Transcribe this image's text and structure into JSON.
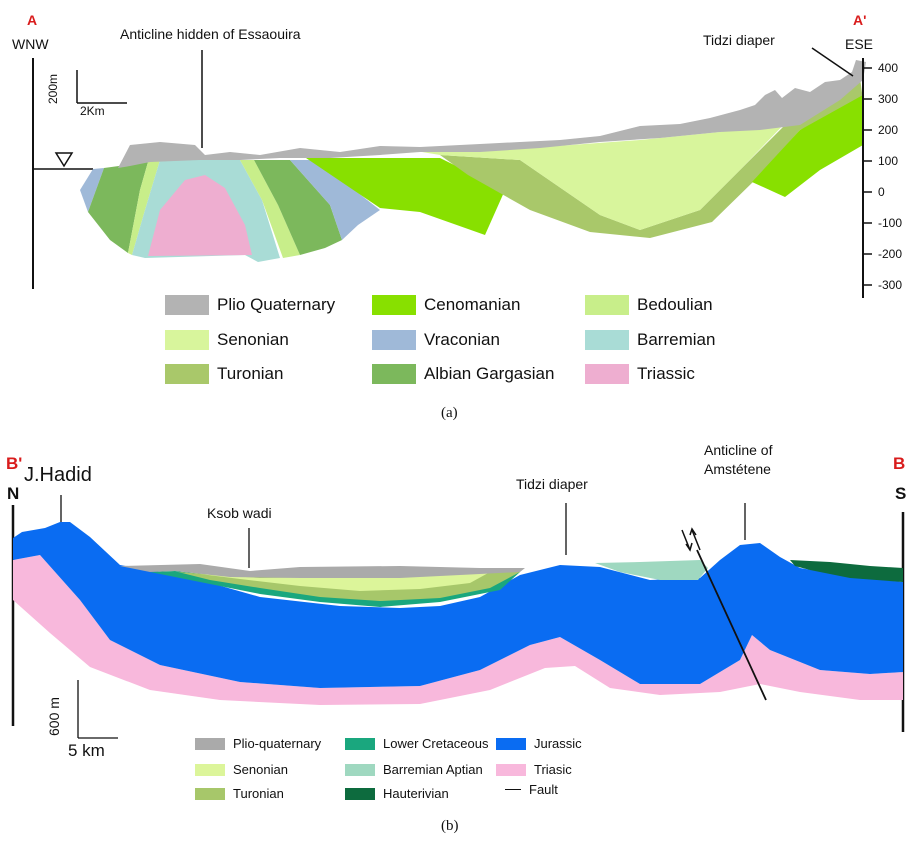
{
  "panel_a": {
    "point_left": "A",
    "point_right": "A'",
    "dir_left": "WNW",
    "dir_right": "ESE",
    "label_anticline": "Anticline hidden of Essaouira",
    "label_diaper": "Tidzi diaper",
    "scale_vertical": "200m",
    "scale_horizontal": "2Km",
    "elevation_ticks": [
      "400",
      "300",
      "200",
      "100",
      "0",
      "-100",
      "-200",
      "-300"
    ],
    "legend": [
      {
        "name": "Plio Quaternary",
        "color": "#b3b3b3"
      },
      {
        "name": "Cenomanian",
        "color": "#88e000"
      },
      {
        "name": "Bedoulian",
        "color": "#c8ee8a"
      },
      {
        "name": "Senonian",
        "color": "#d8f59c"
      },
      {
        "name": "Vraconian",
        "color": "#9fb9d8"
      },
      {
        "name": "Barremian",
        "color": "#a9dcd6"
      },
      {
        "name": "Turonian",
        "color": "#a9c86a"
      },
      {
        "name": "Albian Gargasian",
        "color": "#7cb85c"
      },
      {
        "name": "Triassic",
        "color": "#eeaed0"
      }
    ],
    "caption": "(a)"
  },
  "panel_b": {
    "point_left": "B'",
    "point_right": "B",
    "dir_left": "N",
    "dir_right": "S",
    "label_hadid": "J.Hadid",
    "label_ksob": "Ksob wadi",
    "label_diaper": "Tidzi diaper",
    "label_anticline_1": "Anticline of",
    "label_anticline_2": "Amstétene",
    "scale_vertical": "600 m",
    "scale_horizontal": "5 km",
    "legend": [
      {
        "name": "Plio-quaternary",
        "color": "#aaaaaa"
      },
      {
        "name": "Lower Cretaceous",
        "color": "#1aa77e"
      },
      {
        "name": "Jurassic",
        "color": "#0a6cf2"
      },
      {
        "name": "Senonian",
        "color": "#dcf59a"
      },
      {
        "name": "Barremian Aptian",
        "color": "#9fd8c0"
      },
      {
        "name": "Triasic",
        "color": "#f8b8dc"
      },
      {
        "name": "Turonian",
        "color": "#a7c76a"
      },
      {
        "name": "Hauterivian",
        "color": "#0d6b3e"
      },
      {
        "name": "Fault",
        "color": "#111111"
      }
    ],
    "caption": "(b)"
  }
}
